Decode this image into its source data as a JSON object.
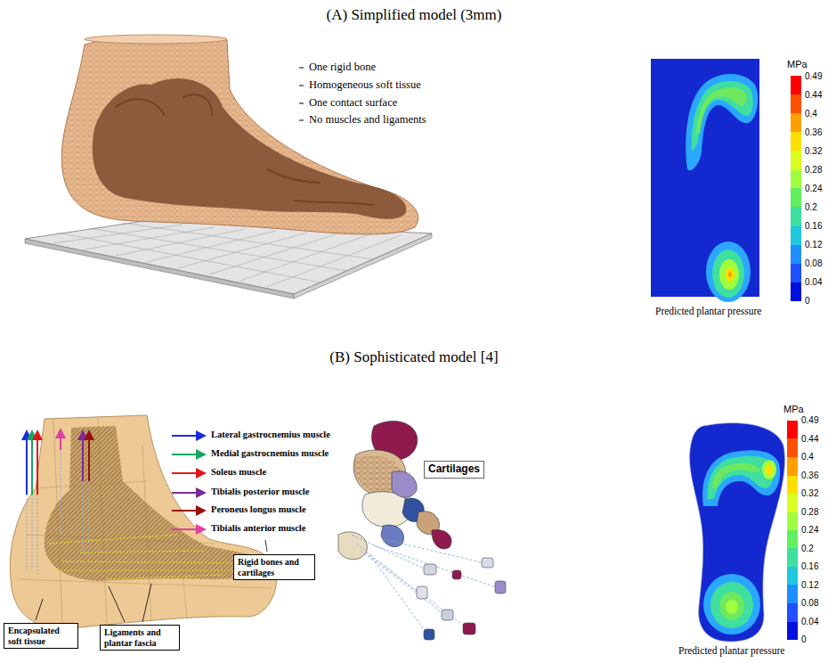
{
  "diagram": {
    "nodes": [
      {
        "text": [
          "Cartilages"
        ]
      },
      {
        "text": [
          "Rigid bones and cartilages"
        ]
      },
      {
        "text": [
          "Encapsulated soft tissue"
        ]
      },
      {
        "text": [
          "Ligaments and plantar fascia"
        ]
      }
    ],
    "labels": [
      "(A) Simplified model (3mm)",
      "One rigid bone",
      "Homogeneous soft tissue",
      "One contact surface",
      "No muscles and ligaments",
      "MPa",
      "0.49",
      "0.44",
      "0.4",
      "0.36",
      "0.32",
      "0.28",
      "0.24",
      "0.2",
      "0.16",
      "0.12",
      "0.08",
      "0.04",
      "0",
      "Predicted plantar pressure",
      "(B) Sophisticated model [4]",
      "MPa",
      "0.49",
      "0.44",
      "0.4",
      "0.36",
      "0.32",
      "0.28",
      "0.24",
      "0.2",
      "0.16",
      "0.12",
      "0.08",
      "0.04",
      "0",
      "Predicted plantar pressure"
    ],
    "legend": [
      {
        "text": "Lateral gastrocnemius muscle"
      },
      {
        "text": "Medial gastrocnemius muscle"
      },
      {
        "text": "Soleus muscle"
      },
      {
        "text": "Tibialis posterior muscle"
      },
      {
        "text": "Peroneus longus muscle"
      },
      {
        "text": "Tibialis anterior muscle"
      }
    ]
  }
}
